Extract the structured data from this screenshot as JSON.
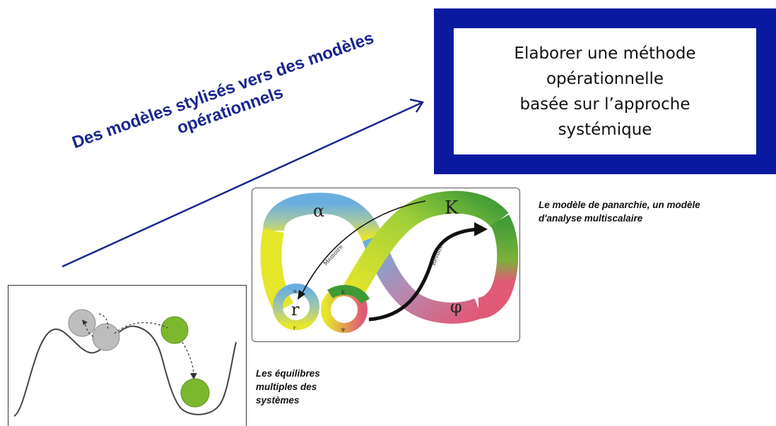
{
  "goal_box": {
    "lines": [
      "Elaborer une méthode",
      "opérationnelle",
      "basée sur l’approche",
      "systémique"
    ]
  },
  "arrow": {
    "lines": [
      "Des modèles stylisés vers des modèles",
      "opérationnels"
    ]
  },
  "panarchy": {
    "caption_lines": [
      "Le modèle de panarchie, un modèle",
      "d'analyse multiscalaire"
    ],
    "labels": {
      "alpha": "α",
      "k": "K",
      "r": "r",
      "phi": "φ",
      "small_alpha": "α",
      "small_k": "K",
      "small_r": "r",
      "small_phi": "φ",
      "memoire": "Mémoire",
      "revolte": "Révolte"
    }
  },
  "equilibria": {
    "caption_lines": [
      "Les équilibres",
      "multiples des",
      "systèmes"
    ]
  },
  "colors": {
    "box_border": "#0a1aa0",
    "arrow": "#1a2590",
    "blue_band": "#6aaee0",
    "yellow_band": "#e6e62a",
    "green_band": "#4fa83a",
    "red_band": "#e05a78",
    "ball_grey": "#bdbdbd",
    "ball_green": "#7cb82e"
  }
}
